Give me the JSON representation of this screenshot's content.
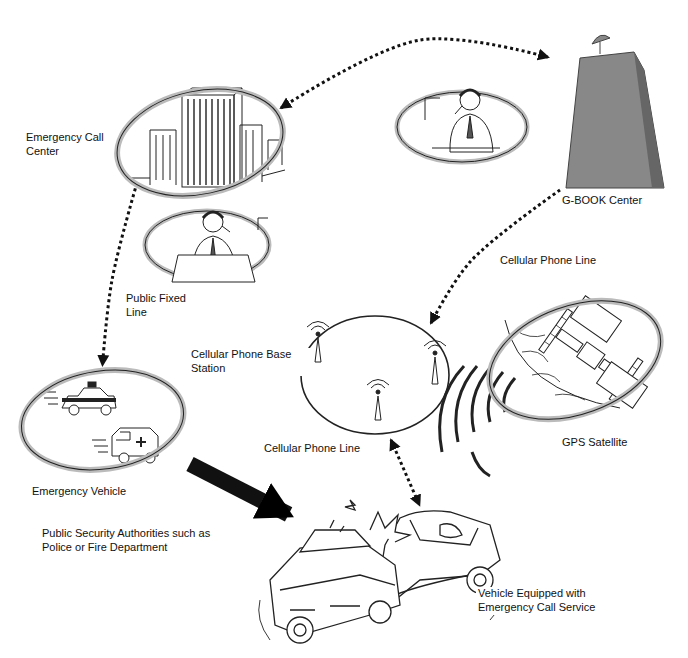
{
  "diagram": {
    "nodes": [
      {
        "text": [
          "Emergency Call Center"
        ]
      },
      {
        "text": [
          "G-BOOK Center"
        ]
      },
      {
        "text": [
          "Cellular Phone Base Station"
        ]
      },
      {
        "text": [
          "GPS Satellite"
        ]
      },
      {
        "text": [
          "Emergency Vehicle"
        ]
      },
      {
        "text": [
          "Vehicle Equipped with Emergency Call Service"
        ]
      }
    ],
    "edges": [
      {
        "from": 0,
        "to": 1,
        "arrow": "both"
      },
      {
        "from": 1,
        "to": 2,
        "label": "Cellular Phone Line",
        "arrow": "to"
      },
      {
        "from": 0,
        "to": 4,
        "label": "Public Fixed Line",
        "arrow": "to"
      },
      {
        "from": 2,
        "to": 5,
        "label": "Cellular Phone Line",
        "arrow": "both"
      },
      {
        "from": 4,
        "to": 5,
        "label": "Public Security Authorities such as Police or Fire Department",
        "arrow": "to"
      }
    ]
  }
}
